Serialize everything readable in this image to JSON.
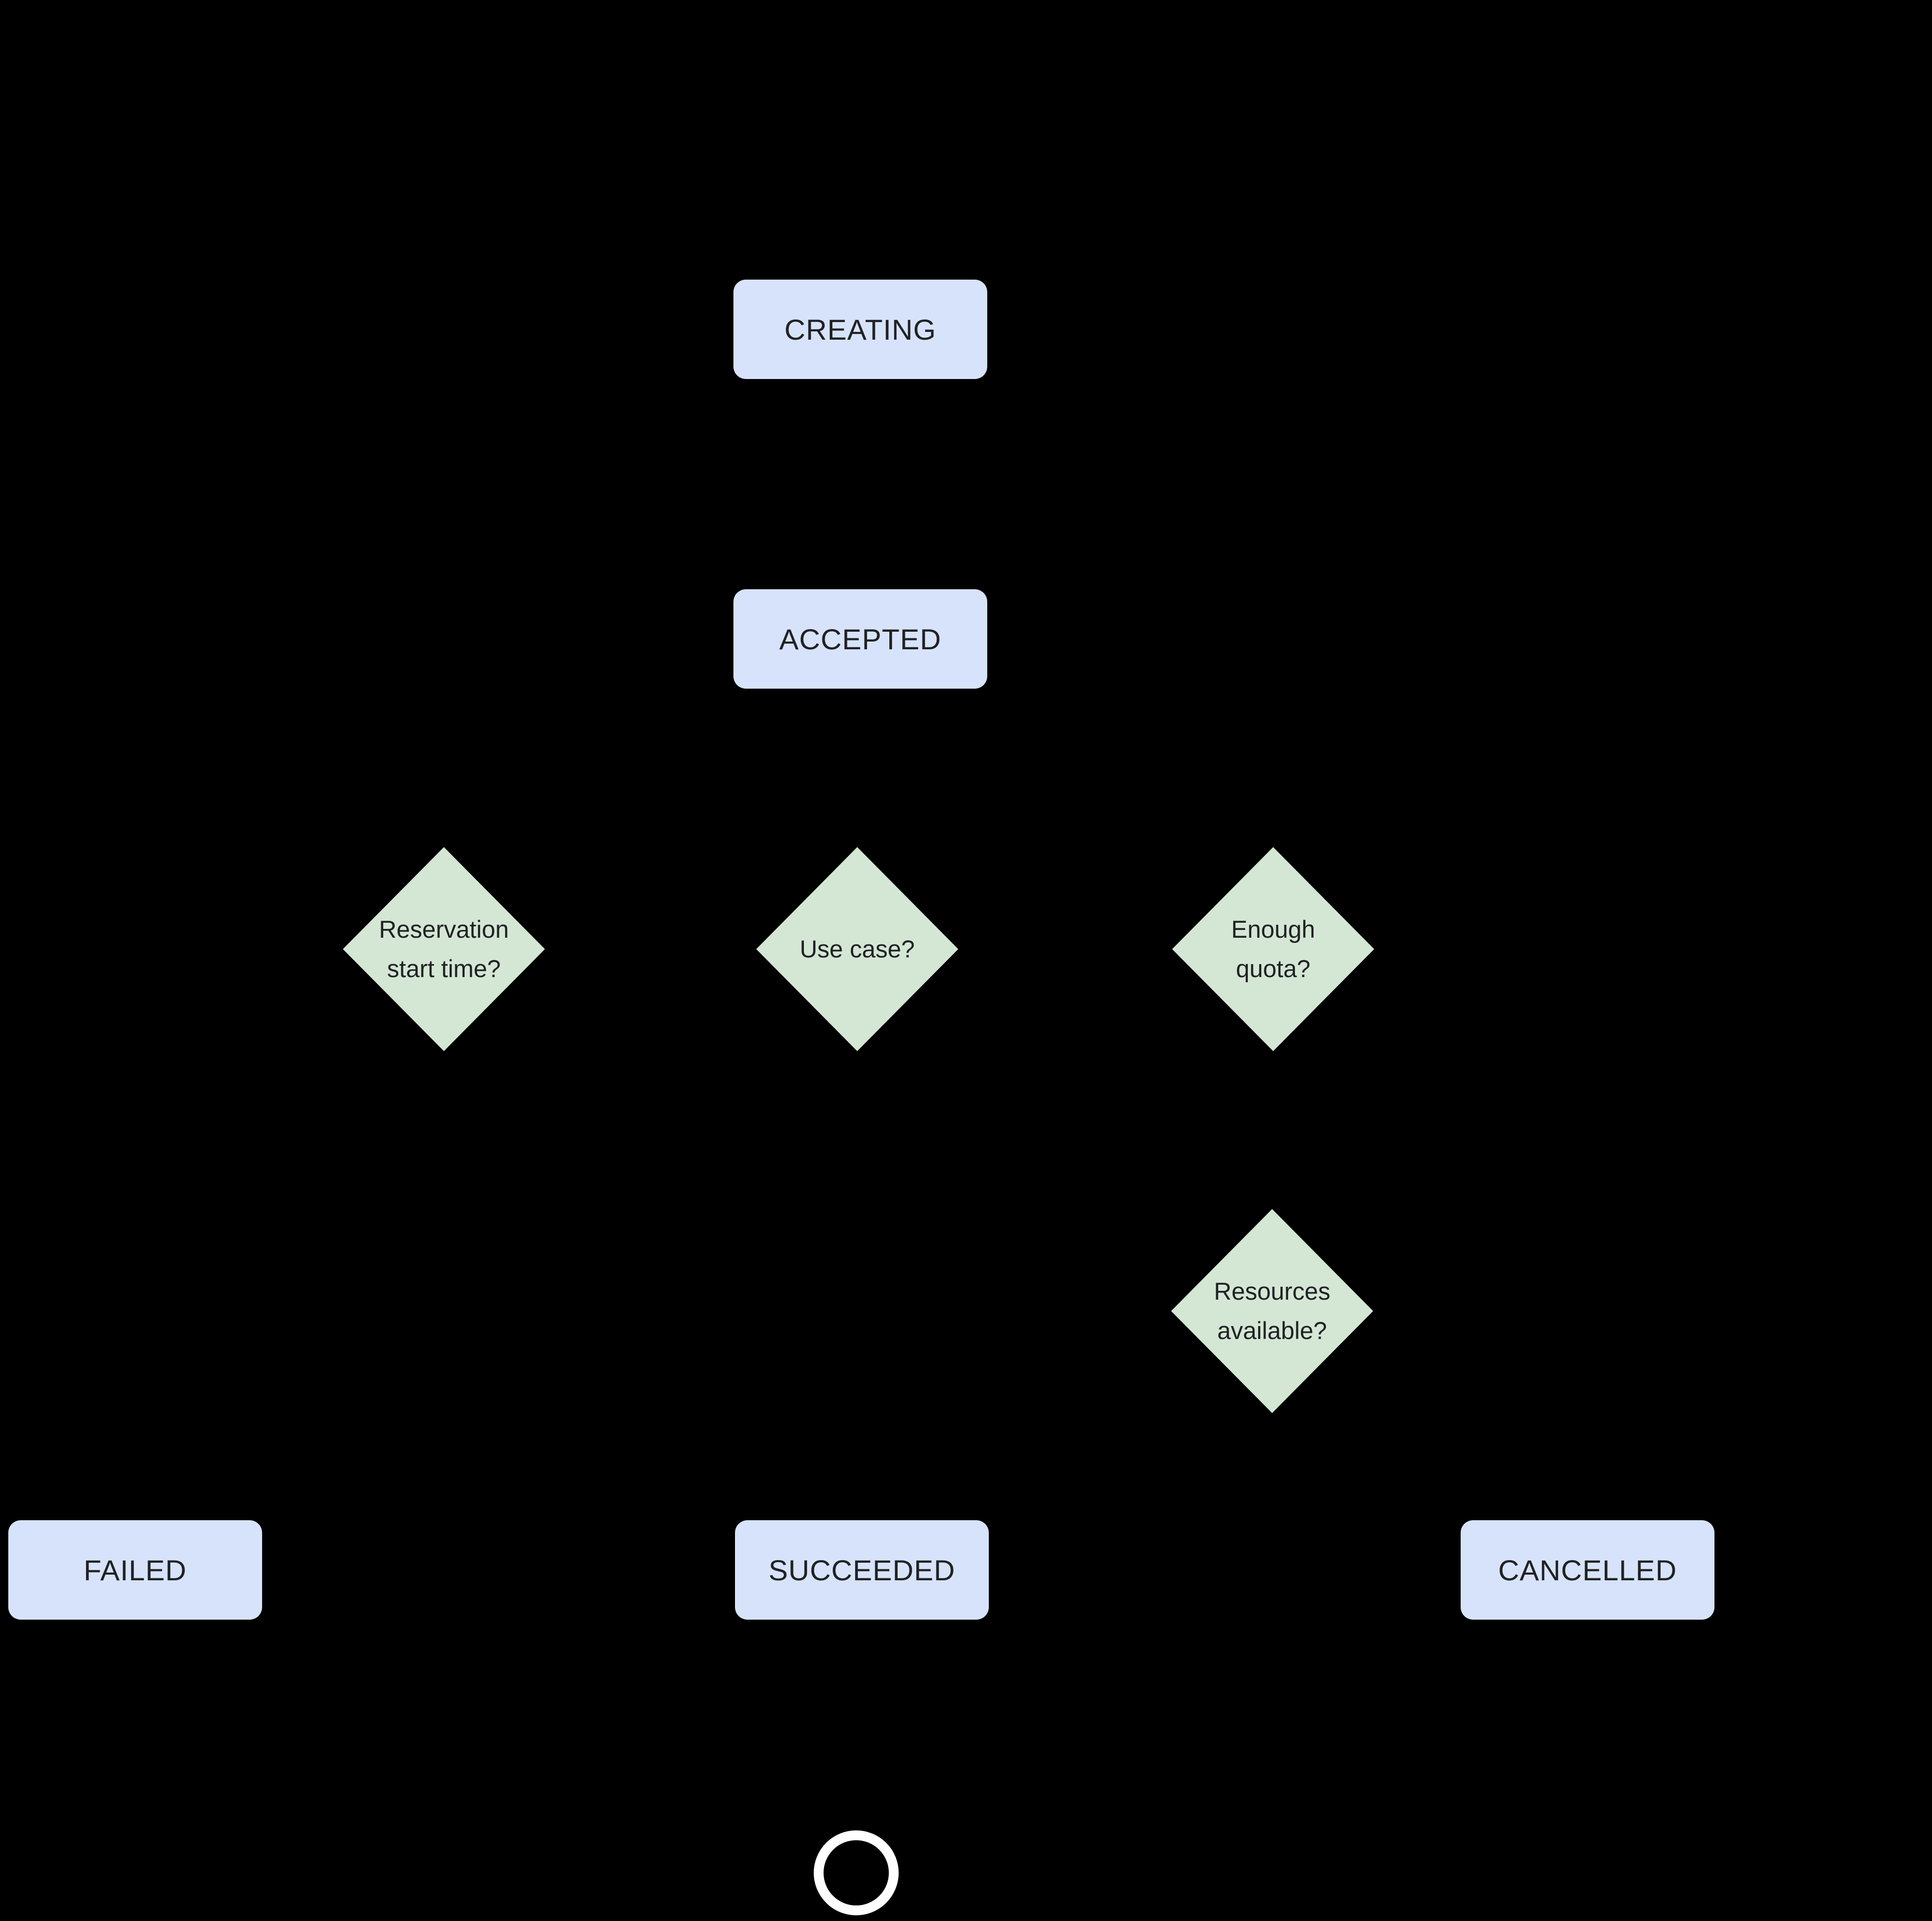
{
  "page": {
    "background": "#000000"
  },
  "palette": {
    "state_fill": "#d7e3fa",
    "decision_fill": "#d4e7d5",
    "node_text": "#202124",
    "end_ring": "#ffffff"
  },
  "nodes": {
    "creating": {
      "label": "CREATING"
    },
    "accepted": {
      "label": "ACCEPTED"
    },
    "failed": {
      "label": "FAILED"
    },
    "succeeded": {
      "label": "SUCCEEDED"
    },
    "cancelled": {
      "label": "CANCELLED"
    }
  },
  "decisions": {
    "reservation_start_time": {
      "lines": [
        "Reservation",
        "start time?"
      ]
    },
    "use_case": {
      "lines": [
        "Use case?"
      ]
    },
    "enough_quota": {
      "lines": [
        "Enough",
        "quota?"
      ]
    },
    "resources_available": {
      "lines": [
        "Resources",
        "available?"
      ]
    }
  }
}
